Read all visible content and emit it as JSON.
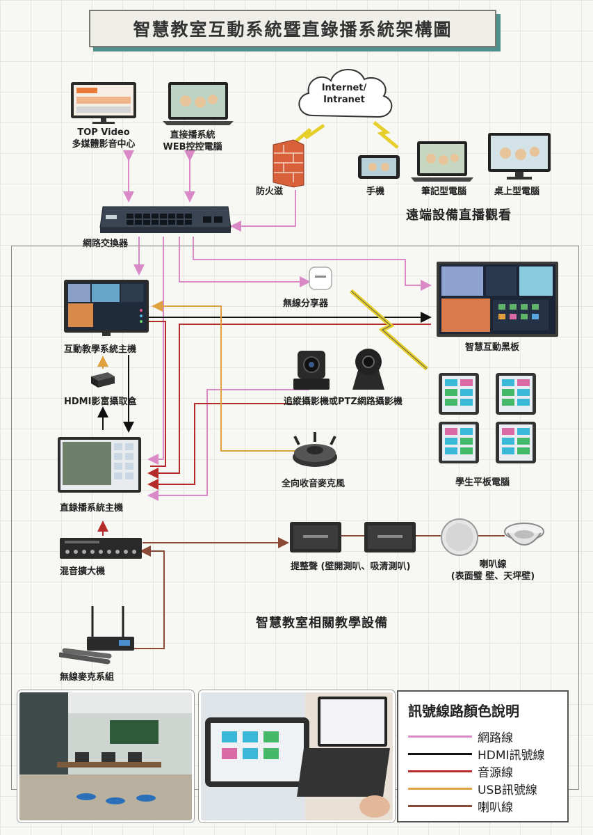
{
  "title": "智慧教室互動系統暨直錄播系統架構圖",
  "cloud": {
    "line1": "Internet/",
    "line2": "Intranet"
  },
  "top_devices": {
    "top_video": {
      "line1": "TOP Video",
      "line2": "多媒體影音中心"
    },
    "web_control": {
      "line1": "直接播系統",
      "line2": "WEB控控電腦"
    },
    "firewall": "防火滋",
    "phone": "手機",
    "laptop": "筆記型電腦",
    "desktop": "桌上型電腦",
    "remote_caption": "遠端設備直播觀看",
    "switch": "網路交換器"
  },
  "classroom": {
    "teaching_host": "互動教學系統主機",
    "wifi": "無線分享器",
    "blackboard": "智慧互動黑板",
    "hdmi_box": "HDMI影富攝取盒",
    "cameras": "追縱攝影機或PTZ網路攝影機",
    "tablets": "學生平板電腦",
    "recorder": "直錄播系統主機",
    "mic": "全向收音麥克風",
    "mixer": "混音擴大機",
    "speakers": "提整聲 (壁開測叭、吸清測叭)",
    "speaker_line1": "喇叭線",
    "speaker_line2": "(表面璧 壁、天坪壁)",
    "wireless_mic": "無線麥克系組",
    "section_title": "智慧教室相關教學設備"
  },
  "legend": {
    "title": "訊號線路顏色說明",
    "items": [
      {
        "label": "網路線",
        "color": "#d98ac6"
      },
      {
        "label": "HDMI訊號線",
        "color": "#111111"
      },
      {
        "label": "音源線",
        "color": "#b52a2a"
      },
      {
        "label": "USB訊號線",
        "color": "#e0a040"
      },
      {
        "label": "喇叭線",
        "color": "#8a4a35"
      }
    ]
  },
  "colors": {
    "network": "#d98ac6",
    "hdmi": "#111111",
    "audio": "#b52a2a",
    "usb": "#e0a040",
    "speaker": "#8a4a35",
    "accent": "#4f8f8c"
  }
}
